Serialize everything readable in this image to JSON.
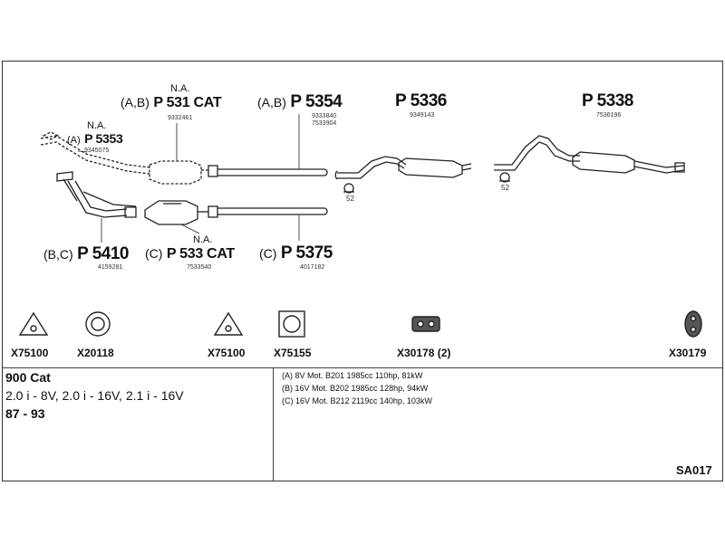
{
  "parts": {
    "p5353": {
      "na": "N.A.",
      "prefix": "(A)",
      "number": "P 5353",
      "code": "9345075"
    },
    "p531": {
      "na": "N.A.",
      "prefix": "(A,B)",
      "number": "P 531 CAT",
      "code": "9332461"
    },
    "p5354": {
      "prefix": "(A,B)",
      "number": "P 5354",
      "code1": "9333840",
      "code2": "7533904"
    },
    "p5336": {
      "number": "P 5336",
      "code": "9349143"
    },
    "p5338": {
      "number": "P 5338",
      "code": "7536196"
    },
    "p5410": {
      "prefix": "(B,C)",
      "number": "P 5410",
      "code": "4159281"
    },
    "p533": {
      "na": "N.A.",
      "prefix": "(C)",
      "number": "P 533 CAT",
      "code": "7533540"
    },
    "p5375": {
      "prefix": "(C)",
      "number": "P 5375",
      "code": "4017182"
    },
    "hanger_left": "52",
    "hanger_right": "52"
  },
  "accessories": [
    {
      "code": "X75100",
      "icon": "triangle-gasket-icon"
    },
    {
      "code": "X20118",
      "icon": "ring-gasket-icon"
    },
    {
      "code": "X75100",
      "icon": "triangle-gasket-icon"
    },
    {
      "code": "X75155",
      "icon": "square-gasket-icon"
    },
    {
      "code": "X30178 (2)",
      "icon": "rubber-mount-icon"
    },
    {
      "code": "X30179",
      "icon": "rubber-hanger-icon"
    }
  ],
  "vehicle": {
    "model": "900 Cat",
    "engines": "2.0 i - 8V, 2.0 i - 16V, 2.1 i - 16V",
    "years": "87 - 93"
  },
  "engine_variants": [
    "(A) 8V Mot. B201 1985cc 110hp, 81kW",
    "(B) 16V Mot. B202 1985cc 128hp, 94kW",
    "(C) 16V Mot. B212 2119cc 140hp, 103kW"
  ],
  "sheet_ref": "SA017"
}
